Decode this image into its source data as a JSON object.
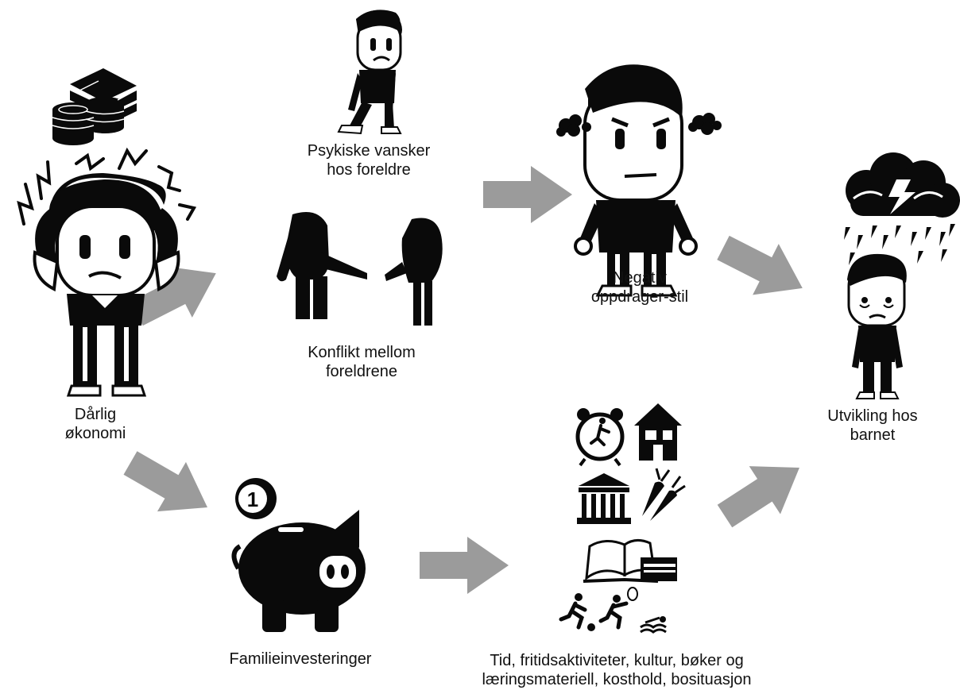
{
  "labels": {
    "economy": [
      "Dårlig",
      "økonomi"
    ],
    "psych": [
      "Psykiske vansker",
      "hos foreldre"
    ],
    "conflict": [
      "Konflikt mellom",
      "foreldrene"
    ],
    "parenting": [
      "Negativ",
      "oppdrager-stil"
    ],
    "child": [
      "Utvikling hos",
      "barnet"
    ],
    "investments": [
      "Familieinvesteringer"
    ],
    "resources": [
      "Tid, fritidsaktiviteter, kultur, bøker og",
      "læringsmateriell, kosthold, bosituasjon"
    ]
  },
  "icons": {
    "coin_symbol": "1"
  },
  "colors": {
    "arrow": "#9b9b9b",
    "ink": "#0a0a0a",
    "skin": "#ffffff"
  }
}
